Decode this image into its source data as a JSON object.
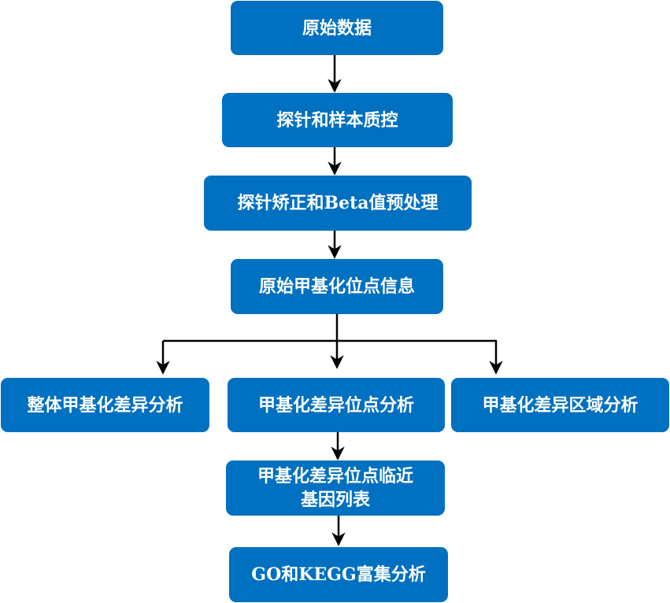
{
  "colors": {
    "node_fill": "#0070c0",
    "node_text": "#ffffff",
    "edge": "#000000"
  },
  "nodes": {
    "raw_data": "原始数据",
    "probe_sample_qc": "探针和样本质控",
    "probe_correction": "探针矫正和Beta值预处理",
    "raw_methylation_sites": "原始甲基化位点信息",
    "global_methylation": "整体甲基化差异分析",
    "dmp_analysis": "甲基化差异位点分析",
    "dmr_analysis": "甲基化差异区域分析",
    "nearby_genes_line1": "甲基化差异位点临近",
    "nearby_genes_line2": "基因列表",
    "enrichment": "GO和KEGG富集分析"
  }
}
